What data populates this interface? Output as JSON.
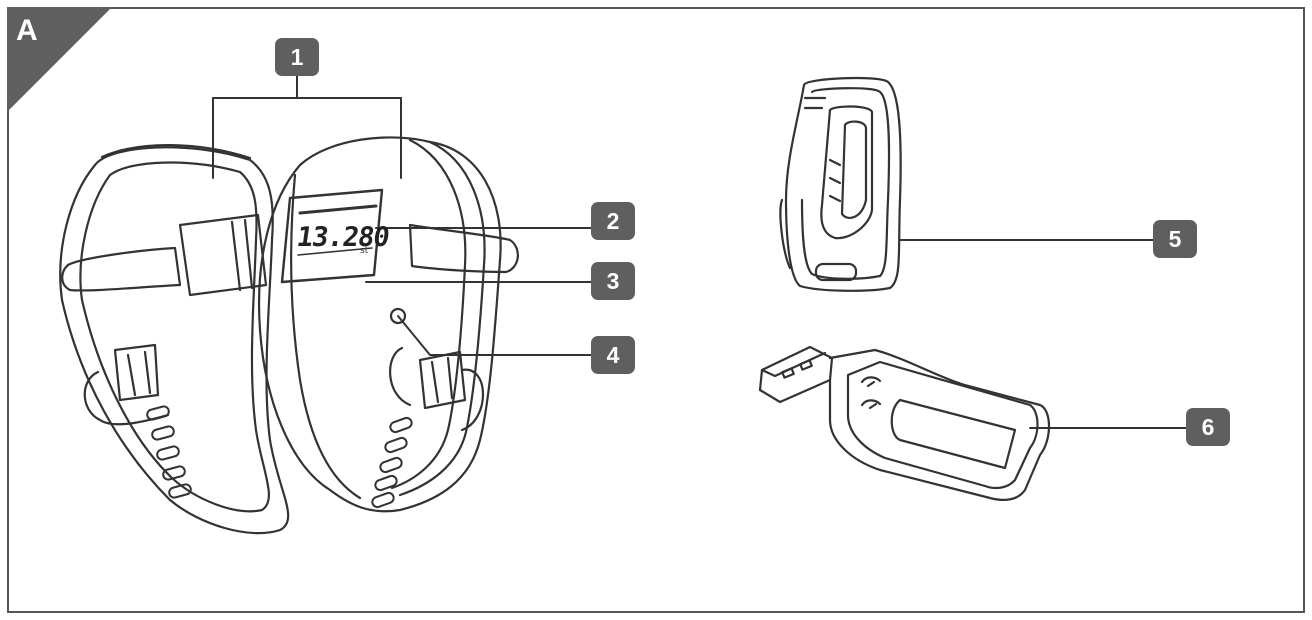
{
  "figure": {
    "label": "A",
    "callouts": [
      {
        "id": "1",
        "label": "1"
      },
      {
        "id": "2",
        "label": "2"
      },
      {
        "id": "3",
        "label": "3"
      },
      {
        "id": "4",
        "label": "4"
      },
      {
        "id": "5",
        "label": "5"
      },
      {
        "id": "6",
        "label": "6"
      }
    ],
    "display": {
      "value": "13.280",
      "unit": "st"
    }
  },
  "colors": {
    "badge": "#5f5f5f",
    "line": "#333333",
    "border": "#555555"
  }
}
